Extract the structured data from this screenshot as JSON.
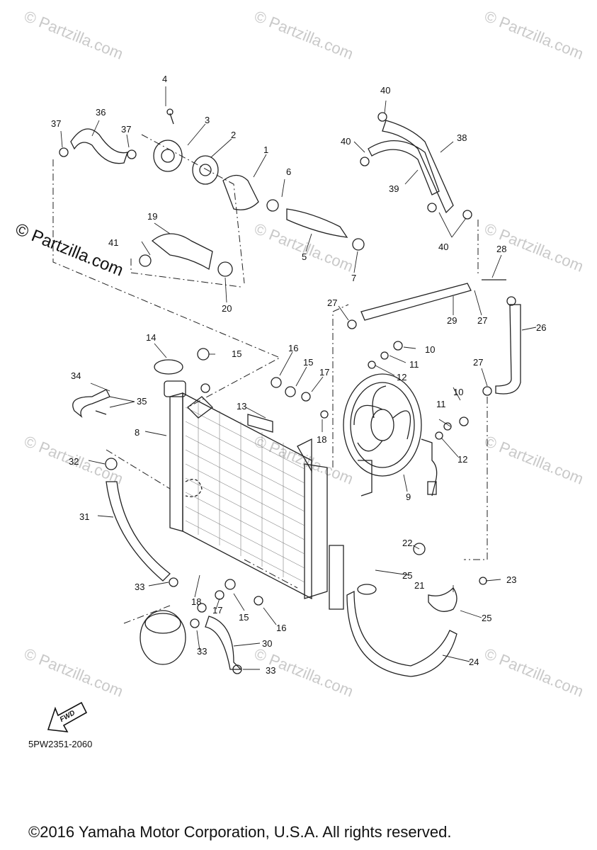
{
  "watermark": "© Partzilla.com",
  "side_copyright": "© Partzilla.com",
  "diagram_code": "5PW2351-2060",
  "fwd_label": "FWD",
  "footer": "©2016 Yamaha Motor Corporation, U.S.A. All rights reserved.",
  "callouts": [
    "1",
    "2",
    "3",
    "4",
    "5",
    "6",
    "7",
    "8",
    "9",
    "10",
    "10",
    "11",
    "11",
    "12",
    "12",
    "13",
    "14",
    "15",
    "15",
    "15",
    "16",
    "16",
    "17",
    "17",
    "18",
    "18",
    "19",
    "20",
    "21",
    "22",
    "23",
    "24",
    "25",
    "25",
    "26",
    "27",
    "27",
    "27",
    "28",
    "29",
    "30",
    "31",
    "32",
    "33",
    "33",
    "33",
    "34",
    "35",
    "36",
    "37",
    "37",
    "38",
    "39",
    "40",
    "40",
    "40",
    "41"
  ]
}
